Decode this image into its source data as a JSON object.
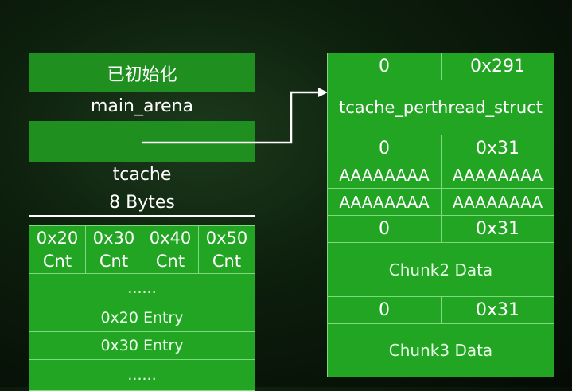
{
  "left": {
    "initialized_label": "已初始化",
    "main_arena_label": "main_arena",
    "tcache_label": "tcache",
    "size_label": "8 Bytes",
    "counts": [
      {
        "size": "0x20",
        "text": "Cnt"
      },
      {
        "size": "0x30",
        "text": "Cnt"
      },
      {
        "size": "0x40",
        "text": "Cnt"
      },
      {
        "size": "0x50",
        "text": "Cnt"
      }
    ],
    "ellipsis_1": "......",
    "entry_1": "0x20 Entry",
    "entry_2": "0x30 Entry",
    "ellipsis_2": "......"
  },
  "heap": {
    "row1": {
      "prev_size": "0",
      "size": "0x291"
    },
    "struct_label": "tcache_perthread_struct",
    "row2": {
      "prev_size": "0",
      "size": "0x31"
    },
    "data_a": [
      "AAAAAAAA",
      "AAAAAAAA"
    ],
    "data_b": [
      "AAAAAAAA",
      "AAAAAAAA"
    ],
    "row3": {
      "prev_size": "0",
      "size": "0x31"
    },
    "chunk2_label": "Chunk2 Data",
    "row4": {
      "prev_size": "0",
      "size": "0x31"
    },
    "chunk3_label": "Chunk3 Data"
  },
  "colors": {
    "cell_fill": "#22a522",
    "cell_border": "#7fd87f",
    "bar_fill": "#1f8f1f",
    "arrow": "#ffffff"
  }
}
